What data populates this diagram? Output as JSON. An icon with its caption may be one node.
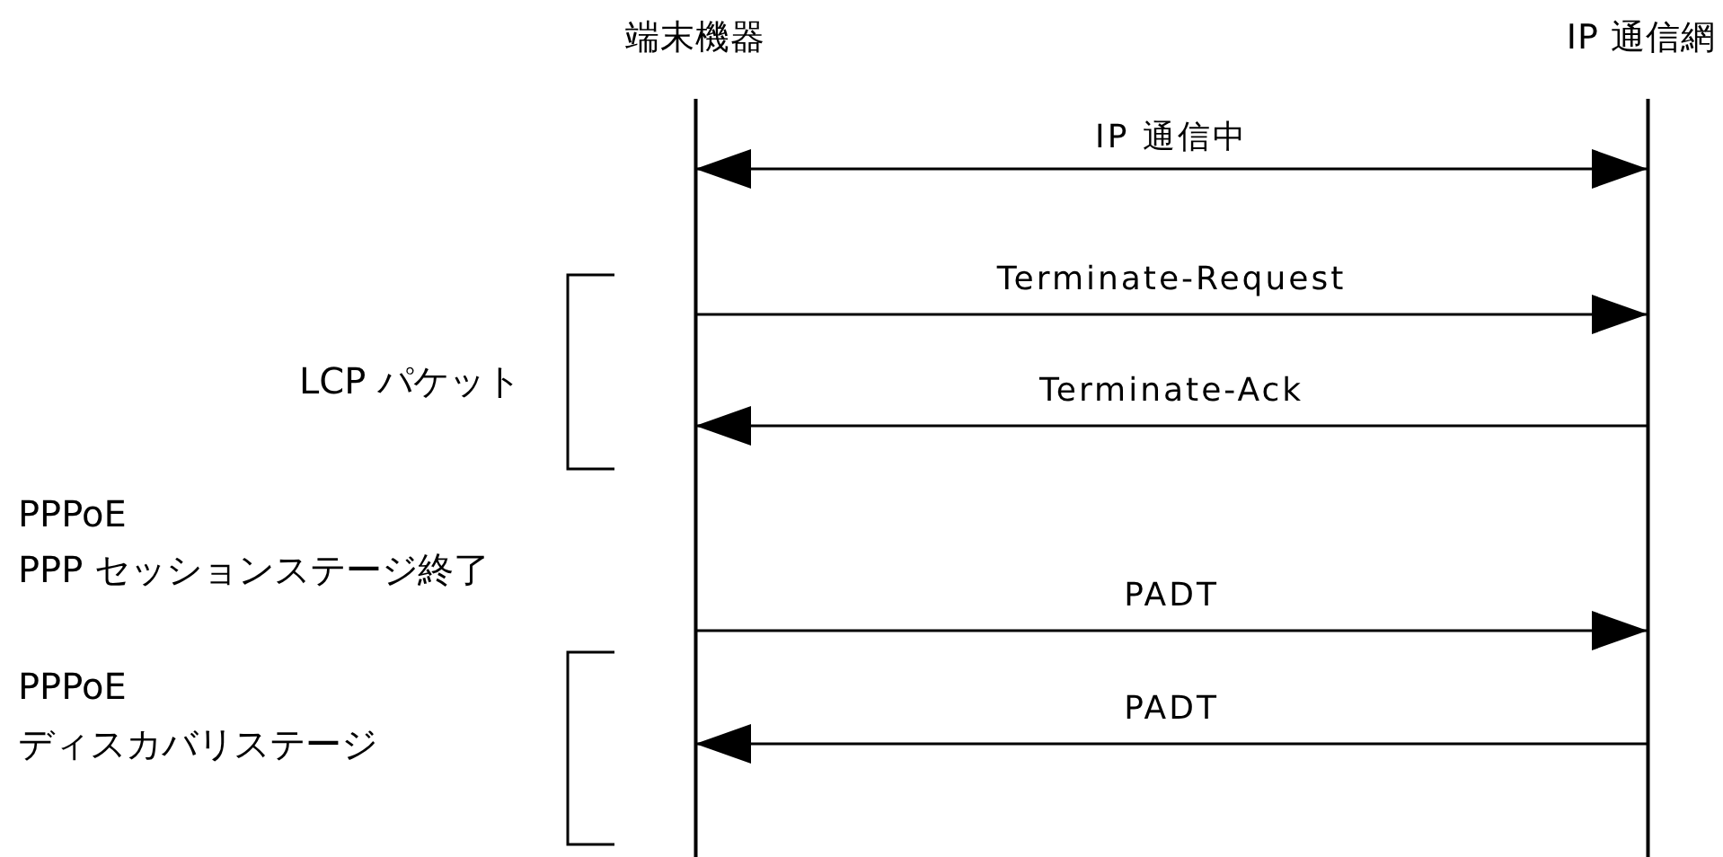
{
  "diagram": {
    "nodes": [
      {
        "text": [
          "端末機器"
        ]
      },
      {
        "text": [
          "IP 通信網"
        ]
      }
    ],
    "edges": [
      {
        "from": 0,
        "to": 1,
        "arrow": "both",
        "label": "IP 通信中"
      },
      {
        "from": 0,
        "to": 1,
        "arrow": "to",
        "label": "Terminate-Request"
      },
      {
        "from": 1,
        "to": 0,
        "arrow": "to",
        "label": "Terminate-Ack"
      },
      {
        "from": 0,
        "to": 1,
        "arrow": "to",
        "label": "PADT"
      },
      {
        "from": 1,
        "to": 0,
        "arrow": "to",
        "label": "PADT"
      }
    ],
    "labels": [
      "LCP パケット",
      "PPPoE",
      "PPP セッションステージ終了",
      "PPPoE",
      "ディスカバリステージ"
    ]
  }
}
